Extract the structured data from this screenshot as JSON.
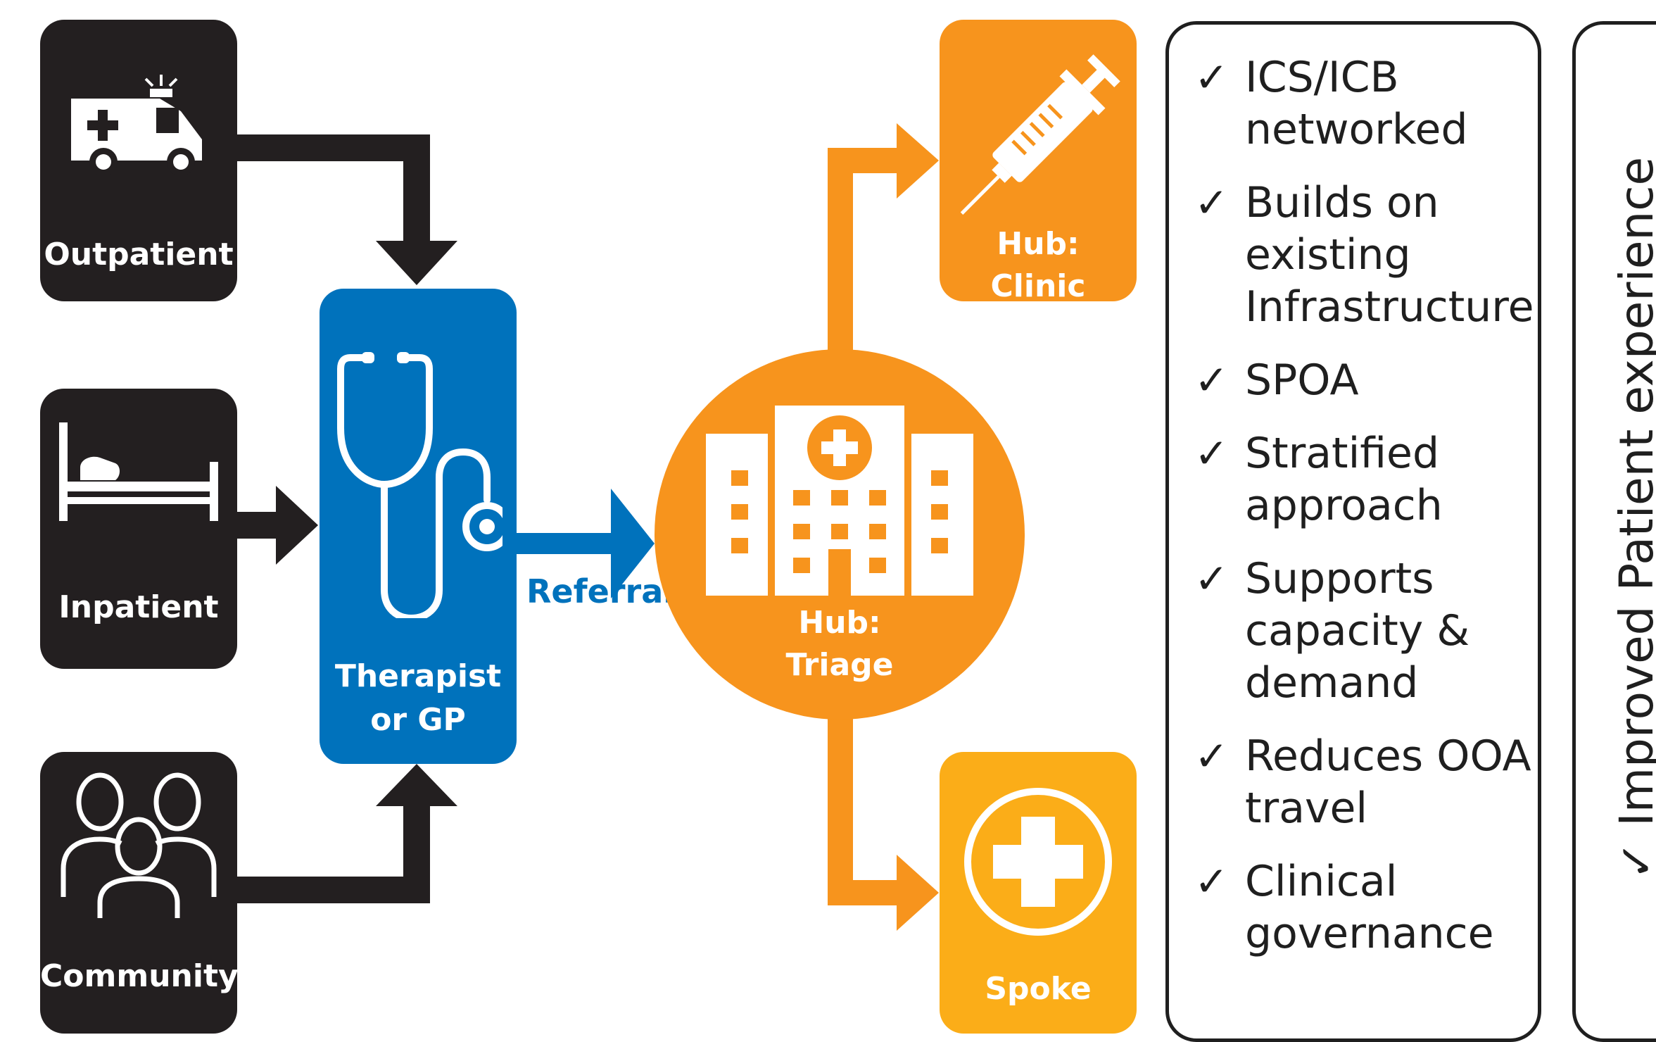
{
  "colors": {
    "source_box": "#231f20",
    "therapist_box": "#0072bc",
    "referral_text": "#0072bc",
    "hub_orange": "#f7941d",
    "spoke_yellow": "#fbad18",
    "text_dark": "#1f1f1f"
  },
  "sources": [
    {
      "label": "Outpatient",
      "icon": "ambulance-icon"
    },
    {
      "label": "Inpatient",
      "icon": "bed-icon"
    },
    {
      "label": "Community",
      "icon": "people-group-icon"
    }
  ],
  "therapist": {
    "label_line1": "Therapist",
    "label_line2": "or GP",
    "icon": "stethoscope-icon"
  },
  "referral_label": "Referral",
  "hub_triage": {
    "label_line1": "Hub:",
    "label_line2": "Triage",
    "icon": "hospital-icon"
  },
  "hub_clinic": {
    "label_line1": "Hub:",
    "label_line2": "Clinic",
    "icon": "syringe-icon"
  },
  "spoke": {
    "label": "Spoke",
    "icon": "medical-cross-icon"
  },
  "benefits": {
    "check_mark": "✓",
    "items": [
      "ICS/ICB networked",
      "Builds on existing Infrastructure",
      "SPOA",
      "Stratified approach",
      "Supports capacity & demand",
      "Reduces OOA travel",
      "Clinical governance"
    ]
  },
  "outcome": {
    "check_mark": "✓",
    "text": "Improved Patient experience"
  }
}
